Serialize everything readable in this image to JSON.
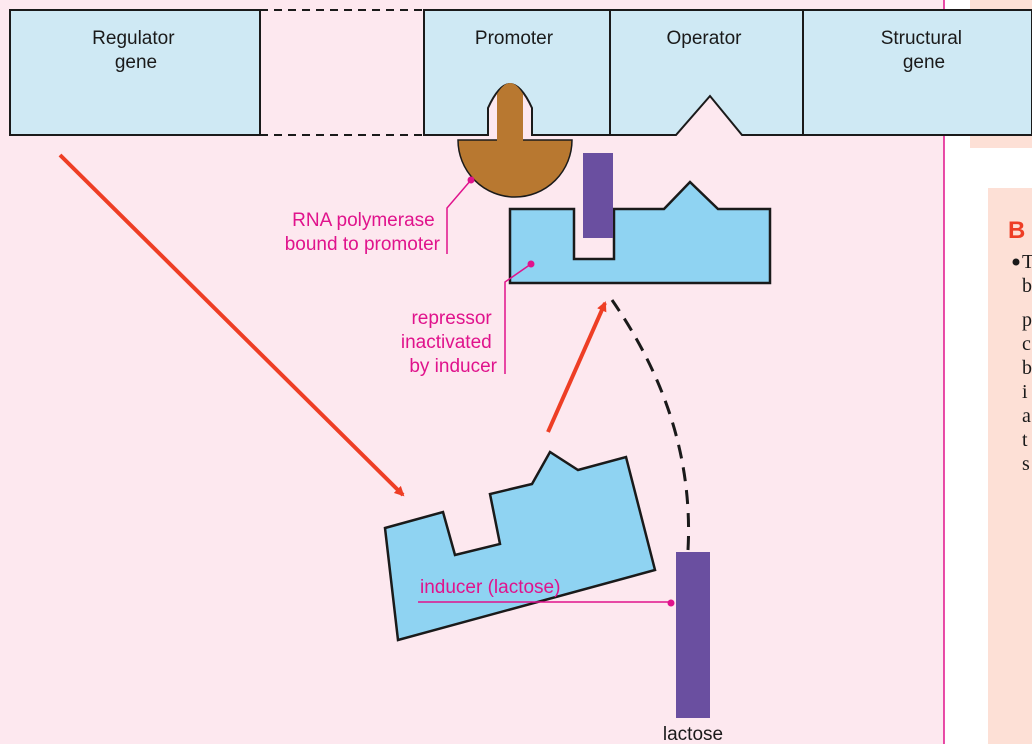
{
  "colors": {
    "panel_bg": "#fde8ef",
    "side_bg": "#fde0d6",
    "gene_fill": "#cfe9f4",
    "repressor_fill": "#8fd3f2",
    "polymerase_fill": "#b87830",
    "inducer_fill": "#6a4fa0",
    "arrow_red": "#ee3e25",
    "label_magenta": "#e0138c",
    "heading_red": "#ee3e25",
    "divider": "#e0138c",
    "outline": "#1a1a1a"
  },
  "genes": {
    "regulator": [
      "Regulator",
      "gene"
    ],
    "promoter": "Promoter",
    "operator": "Operator",
    "structural": [
      "Structural",
      "gene"
    ]
  },
  "labels": {
    "rna_polymerase": [
      "RNA polymerase",
      "bound to promoter"
    ],
    "repressor": [
      "repressor",
      "inactivated",
      "by inducer"
    ],
    "inducer": "inducer (lactose)",
    "lactose": "lactose"
  },
  "side_panel": {
    "heading_fragment": "B",
    "text_fragments": [
      "T",
      "b",
      "p",
      "c",
      "b",
      "i",
      "a",
      "t",
      "s"
    ]
  },
  "icons": {
    "arrows": "red-arrow",
    "dashed_path": "dashed-arrow"
  }
}
